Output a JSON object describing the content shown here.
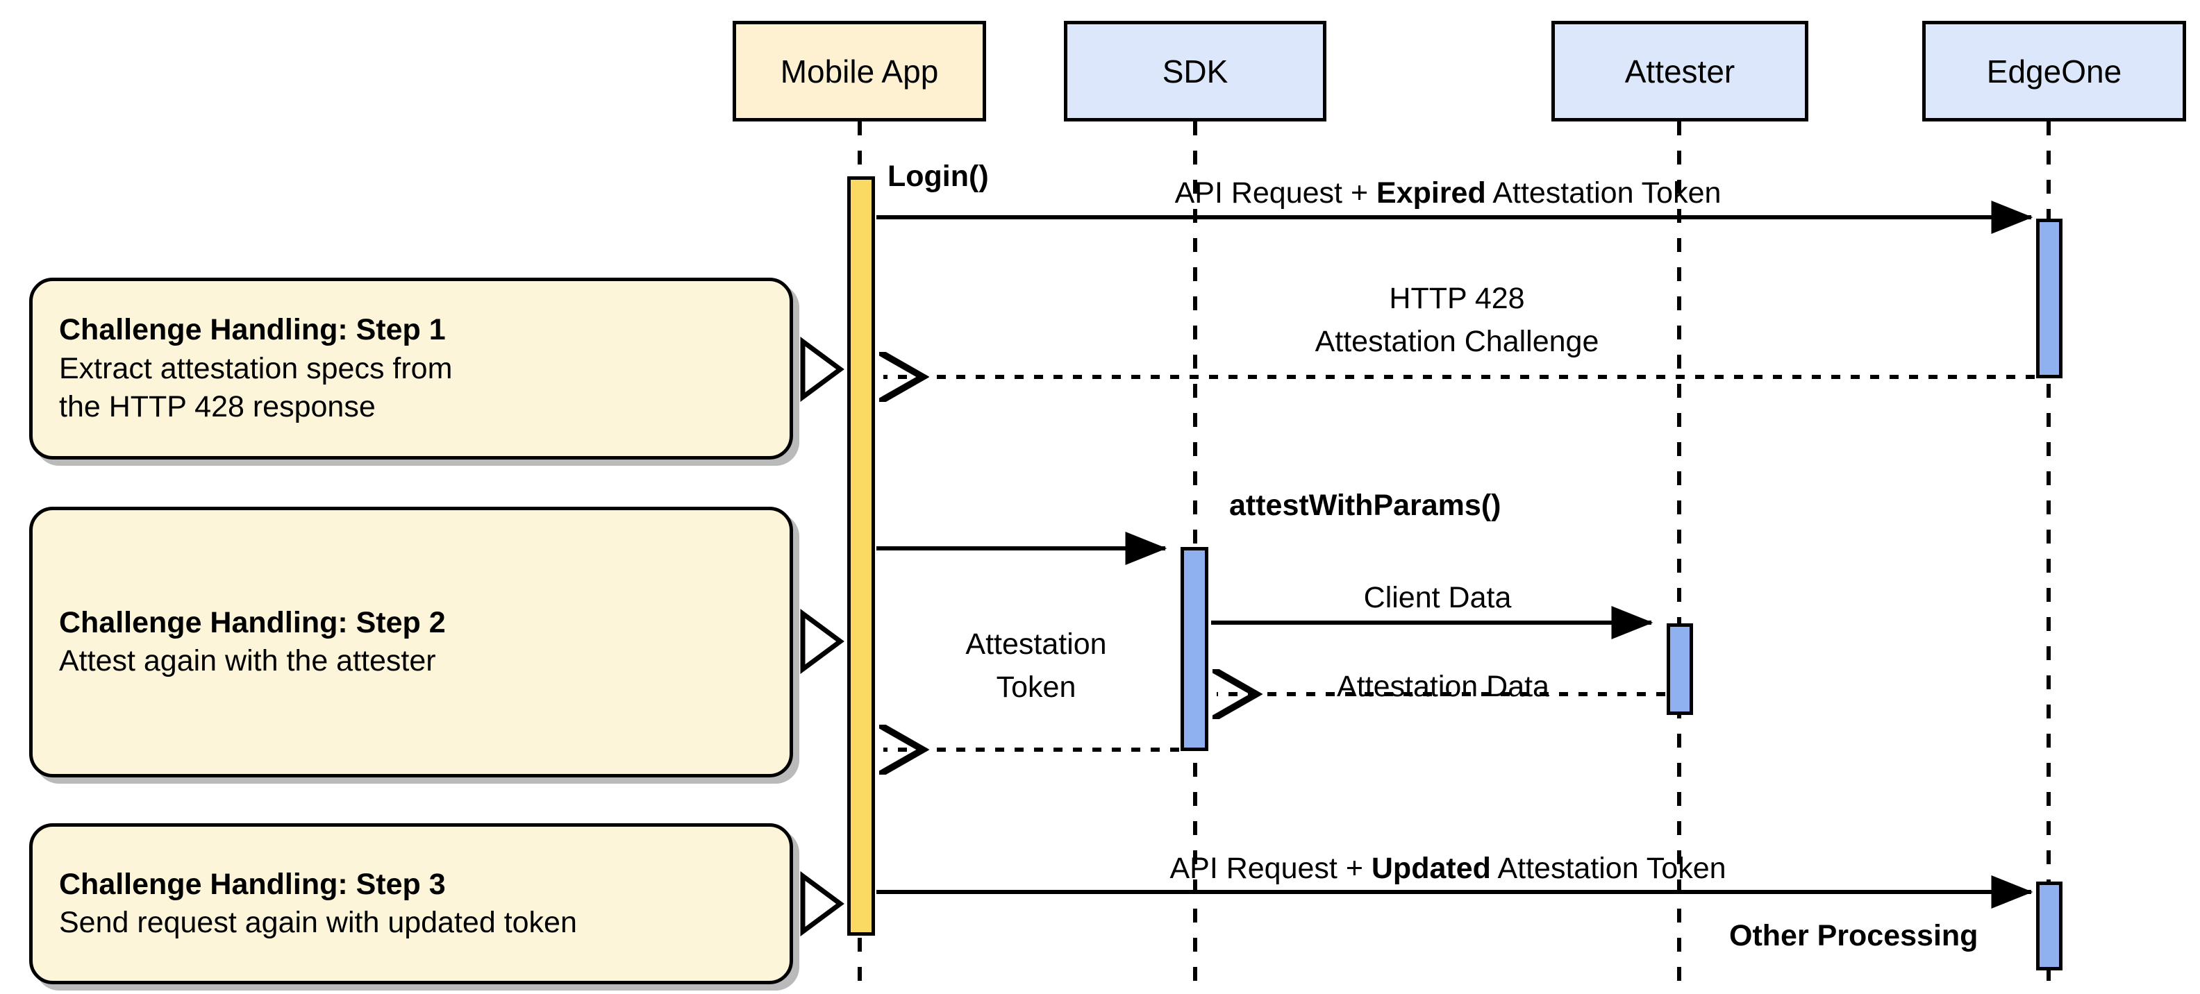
{
  "diagram": {
    "type": "uml-sequence-diagram",
    "title": "EdgeOne Attestation Challenge Handling",
    "background": "#ffffff",
    "colors": {
      "app_fill": "#fdf1d2",
      "service_fill": "#dde7fb",
      "note_fill": "#fdf5d9",
      "app_activation": "#fada62",
      "service_activation": "#8fb1ef",
      "stroke": "#000000"
    }
  },
  "lifelines": [
    {
      "id": "mobile-app",
      "label": "Mobile App",
      "fill": "#fdf1d2"
    },
    {
      "id": "sdk",
      "label": "SDK",
      "fill": "#dde7fb"
    },
    {
      "id": "attester",
      "label": "Attester",
      "fill": "#dde7fb"
    },
    {
      "id": "edgeone",
      "label": "EdgeOne",
      "fill": "#dde7fb"
    }
  ],
  "notes": [
    {
      "id": "step-1",
      "title": "Challenge Handling: Step 1",
      "lines": [
        "Extract attestation specs from",
        "the HTTP 428 response"
      ],
      "attached_to": "mobile-app"
    },
    {
      "id": "step-2",
      "title": "Challenge Handling: Step 2",
      "lines": [
        "Attest again with the attester"
      ],
      "attached_to": "mobile-app"
    },
    {
      "id": "step-3",
      "title": "Challenge Handling: Step 3",
      "lines": [
        "Send request again with updated token"
      ],
      "attached_to": "mobile-app"
    }
  ],
  "messages": [
    {
      "id": "login",
      "label": "Login()",
      "bold": true,
      "from": "external",
      "to": "mobile-app",
      "style": "found"
    },
    {
      "id": "api-request-expired",
      "label_parts": [
        {
          "text": "API Request + ",
          "bold": false
        },
        {
          "text": "Expired",
          "bold": true
        },
        {
          "text": " Attestation Token",
          "bold": false
        }
      ],
      "label_plain": "API Request + Expired Attestation Token",
      "from": "mobile-app",
      "to": "edgeone",
      "style": "solid-arrow"
    },
    {
      "id": "http-428",
      "label_lines": [
        "HTTP 428",
        "Attestation Challenge"
      ],
      "from": "edgeone",
      "to": "mobile-app",
      "style": "dashed-return"
    },
    {
      "id": "attest-with-params",
      "label": "attestWithParams()",
      "bold": true,
      "from": "mobile-app",
      "to": "sdk",
      "style": "solid-arrow"
    },
    {
      "id": "client-data",
      "label": "Client Data",
      "from": "sdk",
      "to": "attester",
      "style": "solid-arrow"
    },
    {
      "id": "attestation-data",
      "label": "Attestation Data",
      "from": "attester",
      "to": "sdk",
      "style": "dashed-return"
    },
    {
      "id": "attestation-token",
      "label_lines": [
        "Attestation",
        "Token"
      ],
      "from": "sdk",
      "to": "mobile-app",
      "style": "dashed-return"
    },
    {
      "id": "api-request-updated",
      "label_parts": [
        {
          "text": "API Request + ",
          "bold": false
        },
        {
          "text": "Updated",
          "bold": true
        },
        {
          "text": " Attestation Token",
          "bold": false
        }
      ],
      "label_plain": "API Request + Updated Attestation Token",
      "from": "mobile-app",
      "to": "edgeone",
      "style": "solid-arrow"
    },
    {
      "id": "other-processing",
      "label": "Other Processing",
      "bold": true,
      "from": "edgeone",
      "to": "edgeone",
      "style": "annotation"
    }
  ],
  "activations": [
    {
      "id": "act-mobile-app",
      "lifeline": "mobile-app",
      "fill": "#fada62"
    },
    {
      "id": "act-edgeone-1",
      "lifeline": "edgeone",
      "fill": "#8fb1ef"
    },
    {
      "id": "act-sdk",
      "lifeline": "sdk",
      "fill": "#8fb1ef"
    },
    {
      "id": "act-attester",
      "lifeline": "attester",
      "fill": "#8fb1ef"
    },
    {
      "id": "act-edgeone-2",
      "lifeline": "edgeone",
      "fill": "#8fb1ef"
    }
  ]
}
